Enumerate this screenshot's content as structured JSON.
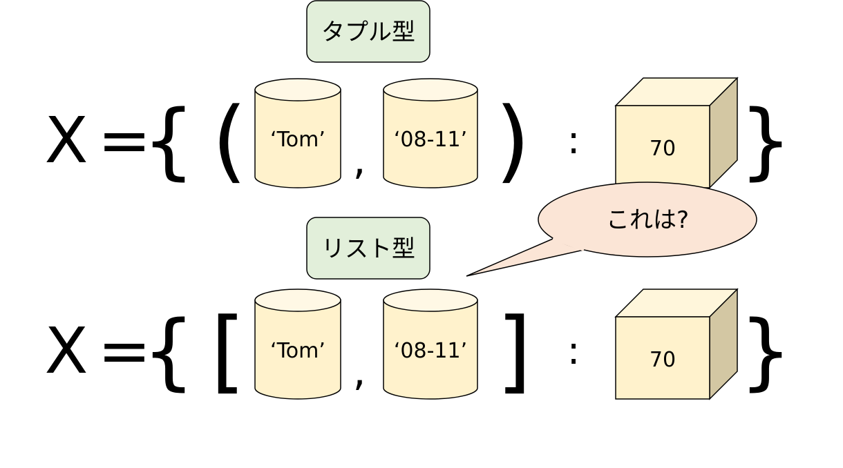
{
  "rows": [
    {
      "type_label": "タプル型",
      "var": "X",
      "equals": "=",
      "brace_open": "{",
      "brace_close": "}",
      "bracket_open": "(",
      "bracket_close": ")",
      "items": [
        "‘Tom’",
        "‘08-11’"
      ],
      "comma": ",",
      "colon": ":",
      "value": "70"
    },
    {
      "type_label": "リスト型",
      "var": "X",
      "equals": "=",
      "brace_open": "{",
      "brace_close": "}",
      "bracket_open": "[",
      "bracket_close": "]",
      "items": [
        "‘Tom’",
        "‘08-11’"
      ],
      "comma": ",",
      "colon": ":",
      "value": "70"
    }
  ],
  "callout": {
    "text": "これは?"
  },
  "colors": {
    "label_fill": "#e2efda",
    "cylinder_fill": "#fff2cc",
    "cylinder_top": "#fff8e5",
    "cube_front": "#fff2cc",
    "cube_top": "#fff6db",
    "cube_side": "#d3c7a3",
    "callout_fill": "#fbe5d6"
  }
}
